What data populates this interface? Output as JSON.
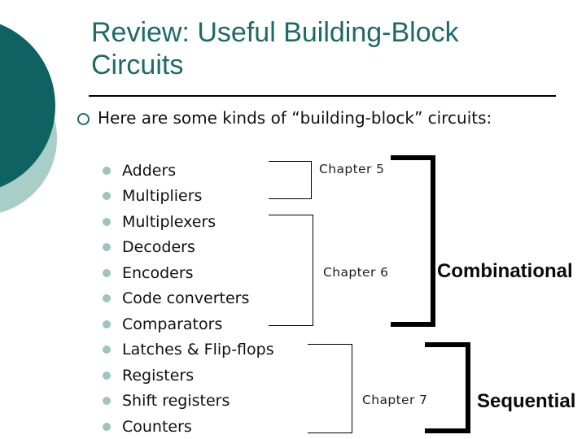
{
  "slide": {
    "title": "Review: Useful Building-Block Circuits",
    "intro": "Here are some kinds of “building-block” circuits:",
    "list_items": [
      "Adders",
      "Multipliers",
      "Multiplexers",
      "Decoders",
      "Encoders",
      "Code converters",
      "Comparators",
      "Latches & Flip-flops",
      "Registers",
      "Shift registers",
      "Counters"
    ],
    "chapters": [
      {
        "label": "Chapter 5"
      },
      {
        "label": "Chapter 6"
      },
      {
        "label": "Chapter 7"
      }
    ],
    "groups": [
      {
        "label": "Combinational"
      },
      {
        "label": "Sequential"
      }
    ],
    "colors": {
      "title_teal": "#1d6a68",
      "dark_circle": "#0e6362",
      "light_circle": "#a9cdc7",
      "list_bullet": "#9cc4c1",
      "bracket_black": "#000000"
    }
  }
}
